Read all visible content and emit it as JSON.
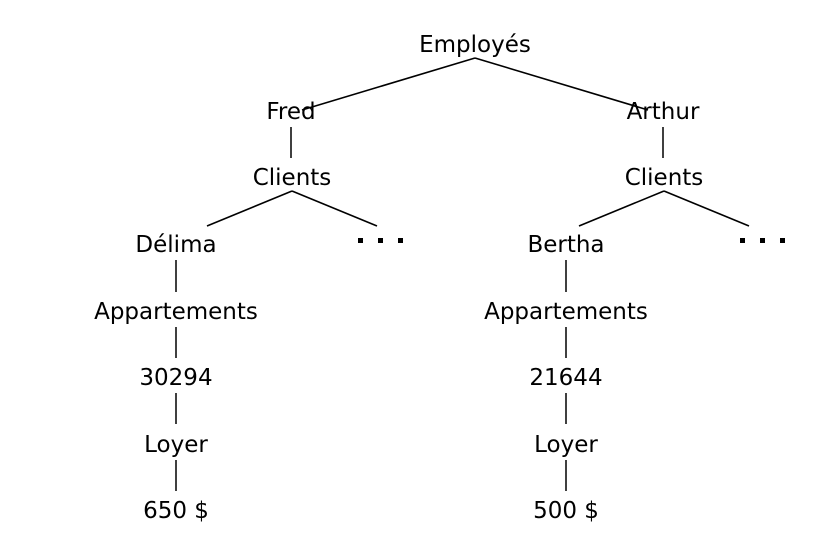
{
  "diagram": {
    "title": "Employes hierarchical tree",
    "background_color": "#ffffff",
    "line_color": "#000000",
    "text_color": "#000000",
    "root": {
      "label": "Employés"
    },
    "branches": [
      {
        "employee": "Fred",
        "collection": "Clients",
        "client": "Délima",
        "sibling_ellipsis": "· · ·",
        "sub_collection": "Appartements",
        "apartment_id": "30294",
        "field_label": "Loyer",
        "field_value": "650 $"
      },
      {
        "employee": "Arthur",
        "collection": "Clients",
        "client": "Bertha",
        "sibling_ellipsis": "· · ·",
        "sub_collection": "Appartements",
        "apartment_id": "21644",
        "field_label": "Loyer",
        "field_value": "500 $"
      }
    ]
  }
}
